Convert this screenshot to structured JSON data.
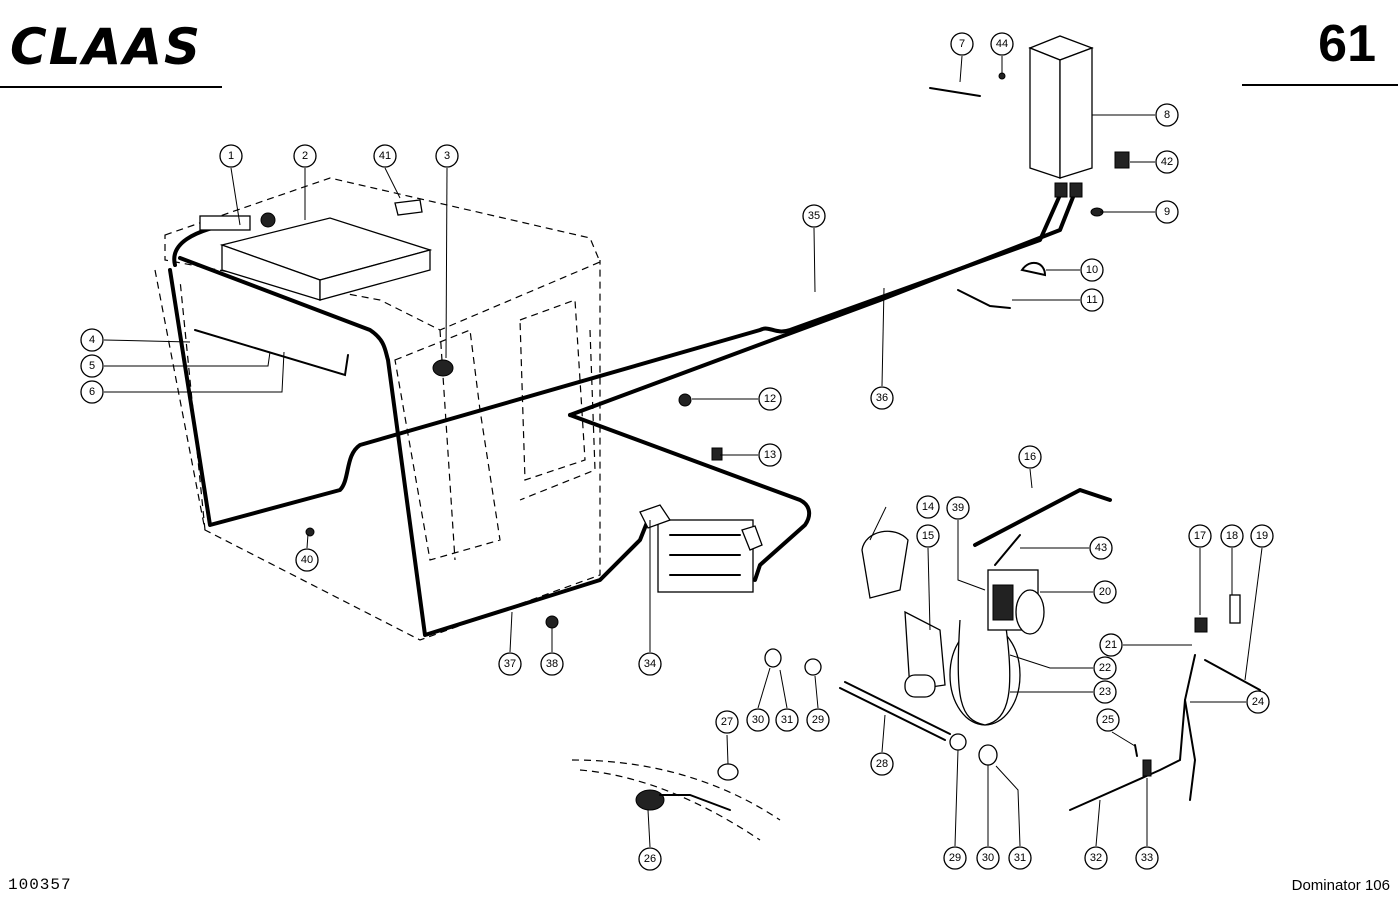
{
  "header": {
    "brand": "CLAAS",
    "page_number": "61"
  },
  "footer": {
    "drawing_number": "100357",
    "model": "Dominator 106"
  },
  "callouts": [
    "1",
    "2",
    "3",
    "4",
    "5",
    "6",
    "7",
    "8",
    "9",
    "10",
    "11",
    "12",
    "13",
    "14",
    "15",
    "16",
    "17",
    "18",
    "19",
    "20",
    "21",
    "22",
    "23",
    "24",
    "25",
    "26",
    "27",
    "28",
    "29",
    "30",
    "31",
    "32",
    "33",
    "34",
    "35",
    "36",
    "37",
    "38",
    "39",
    "40",
    "41",
    "42",
    "43",
    "44",
    "29",
    "30",
    "31"
  ]
}
